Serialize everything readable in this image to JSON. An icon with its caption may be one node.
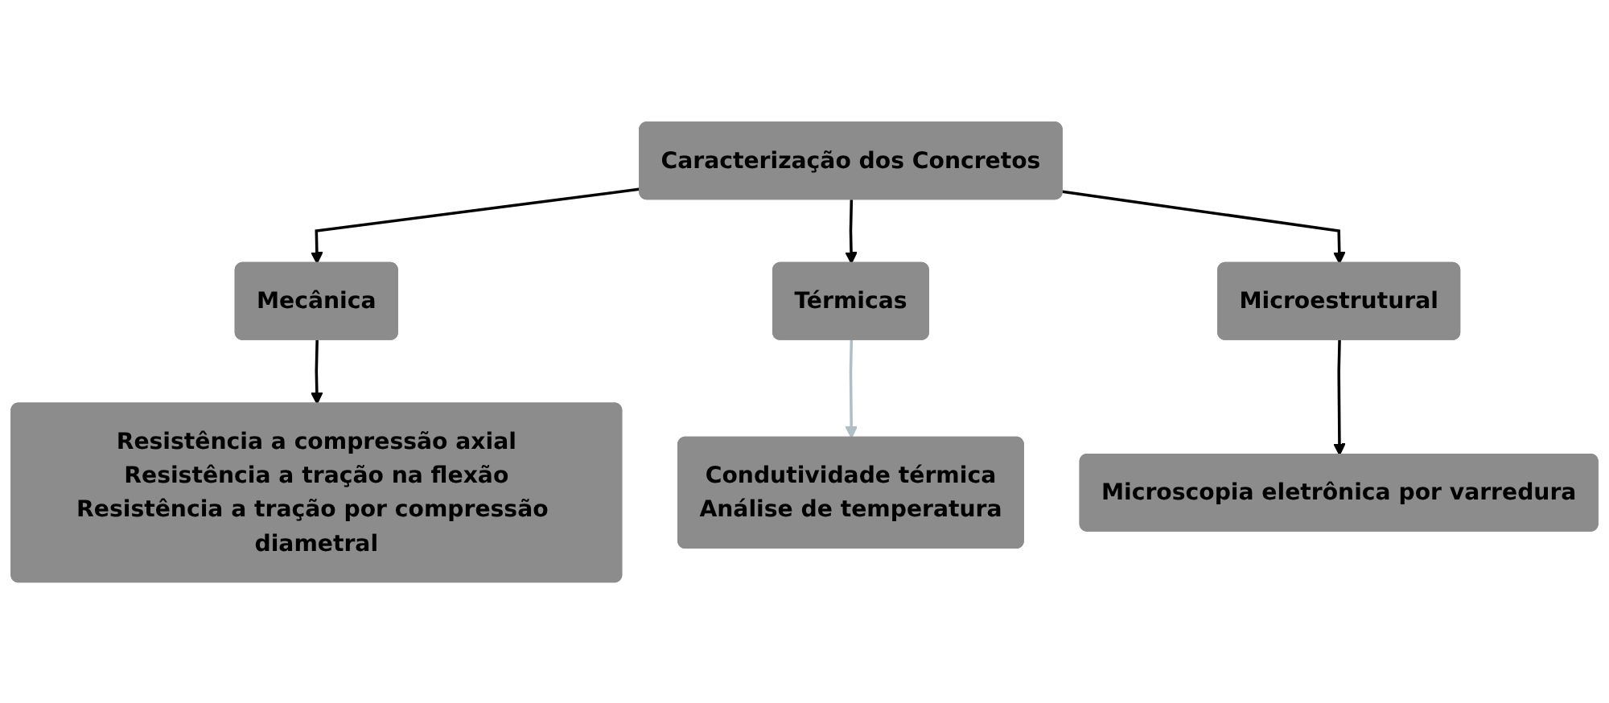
{
  "diagram": {
    "nodes": [
      {
        "text": [
          "Caracterização dos Concretos"
        ]
      },
      {
        "text": [
          "Mecânica"
        ]
      },
      {
        "text": [
          "Térmicas"
        ]
      },
      {
        "text": [
          "Microestrutural"
        ]
      },
      {
        "text": [
          "Resistência a compressão axial",
          "Resistência a tração na flexão",
          "Resistência a tração por compressão diametral"
        ]
      },
      {
        "text": [
          "Condutividade térmica",
          "Análise de temperatura"
        ]
      },
      {
        "text": [
          "Microscopia eletrônica por varredura"
        ]
      }
    ],
    "edges": [
      {
        "from": 0,
        "to": 1,
        "arrow": "to"
      },
      {
        "from": 0,
        "to": 2,
        "arrow": "to"
      },
      {
        "from": 0,
        "to": 3,
        "arrow": "to"
      },
      {
        "from": 1,
        "to": 4,
        "arrow": "to"
      },
      {
        "from": 2,
        "to": 5,
        "arrow": "to",
        "color": "#b0bec5"
      },
      {
        "from": 3,
        "to": 6,
        "arrow": "to"
      }
    ]
  }
}
